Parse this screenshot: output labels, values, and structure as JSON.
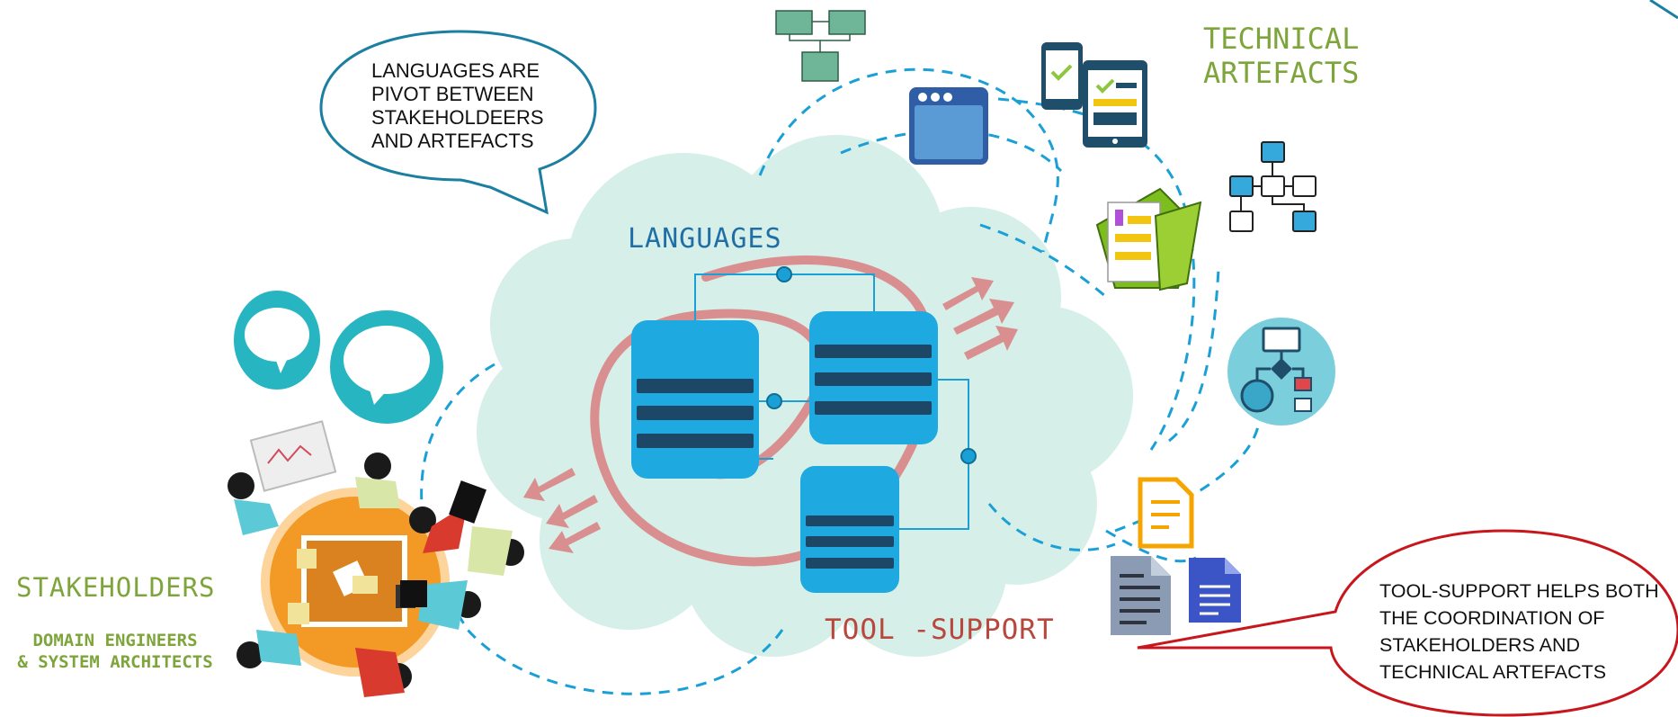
{
  "labels": {
    "languages": "LANGUAGES",
    "technical_artefacts": "TECHNICAL ARTEFACTS",
    "stakeholders": "STAKEHOLDERS",
    "roles_line1": "DOMAIN ENGINEERS",
    "roles_line2": "& SYSTEM ARCHITECTS",
    "tool_support": "TOOL -SUPPORT"
  },
  "callouts": {
    "pivot": "LANGUAGES ARE PIVOT BETWEEN STAKEHOLDEERS AND ARTEFACTS",
    "tool": "TOOL-SUPPORT HELPS BOTH THE COORDINATION OF STAKEHOLDERS AND TECHNICAL ARTEFACTS"
  },
  "colors": {
    "cloud": "#d6efe8",
    "block": "#1ea9e1",
    "block_bar": "#1c4766",
    "dash": "#1aa0d6",
    "arrow": "#d98f8f",
    "green_text": "#7ea53b",
    "blue_text": "#1f6fa6",
    "red_text": "#b8473e",
    "callout1_border": "#1a7fa0",
    "callout2_border": "#c8161d",
    "teal_bubble": "#27b5c1",
    "table_orange": "#f39a26"
  }
}
